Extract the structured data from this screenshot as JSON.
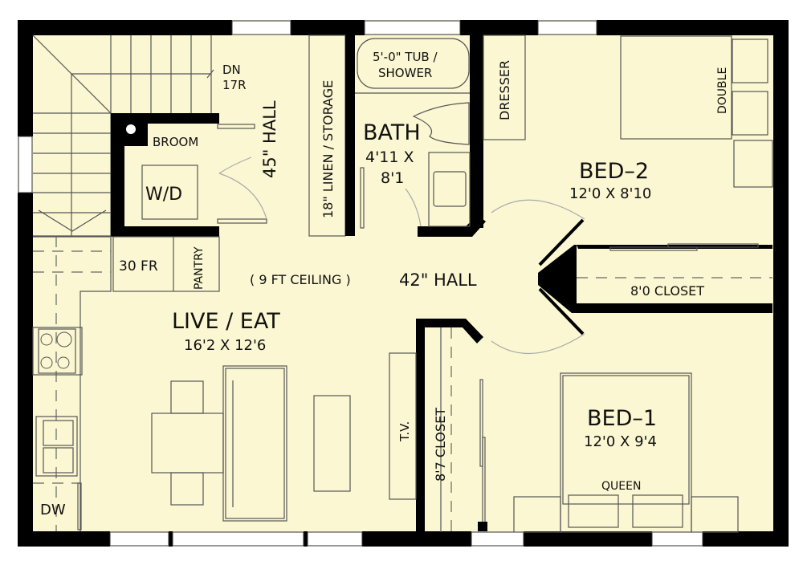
{
  "plan": {
    "colors": {
      "floor": "#fbf7d2",
      "wall": "#000000",
      "line": "#555555",
      "background": "#ffffff"
    },
    "ceiling_note": "( 9 FT CEILING )",
    "rooms": {
      "live_eat": {
        "name": "LIVE / EAT",
        "dims": "16'2 X 12'6"
      },
      "bed1": {
        "name": "BED–1",
        "dims": "12'0 X 9'4"
      },
      "bed2": {
        "name": "BED–2",
        "dims": "12'0 X 8'10"
      },
      "bath": {
        "name": "BATH",
        "dims_line1": "4'11 X",
        "dims_line2": "8'1"
      }
    },
    "labels": {
      "stairs_dn": "DN",
      "stairs_risers": "17R",
      "hall_45": "45\" HALL",
      "hall_42": "42\" HALL",
      "broom": "BROOM",
      "wd": "W/D",
      "linen": "18\" LINEN / STORAGE",
      "tub_line1": "5'-0\" TUB /",
      "tub_line2": "SHOWER",
      "dresser": "DRESSER",
      "double": "DOUBLE",
      "closet_bed2": "8'0 CLOSET",
      "closet_bed1": "8'7 CLOSET",
      "fridge": "30 FR",
      "pantry": "PANTRY",
      "tv": "T.V.",
      "queen": "QUEEN",
      "dishwasher": "DW"
    }
  }
}
